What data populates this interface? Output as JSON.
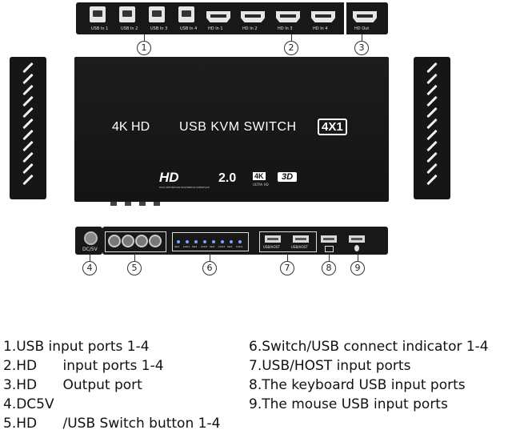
{
  "top_panel": {
    "usb_labels": [
      "USB In 1",
      "USB In 2",
      "USB In 3",
      "USB In 4"
    ],
    "hd_in_labels": [
      "HD In 1",
      "HD In 2",
      "HD In 3",
      "HD In 4"
    ],
    "hd_out_label": "HD Out"
  },
  "front": {
    "title_left": "4K HD",
    "title_main": "USB KVM SWITCH",
    "title_badge": "4X1",
    "logo_hd": "HD",
    "logo_hd_sub": "HIGH-DEFINITION MULTIMEDIA INTERFACE",
    "logo_ver": "2.0",
    "logo_4k": "4K",
    "logo_4k_sub": "ULTRA HD",
    "logo_3d": "3D"
  },
  "bottom_panel": {
    "dc_label": "DC/5V",
    "led_labels": [
      "Sw1",
      "Link1",
      "Sw2",
      "Link2",
      "Sw3",
      "Link3",
      "Sw4",
      "Link4"
    ],
    "usb_host_labels": [
      "USB/HOST",
      "USB/HOST"
    ]
  },
  "callouts": [
    "1",
    "2",
    "3",
    "4",
    "5",
    "6",
    "7",
    "8",
    "9"
  ],
  "legend_left": [
    "1.USB input ports 1-4",
    "2.HD      input ports 1-4",
    "3.HD      Output port",
    "4.DC5V",
    "5.HD      /USB Switch button 1-4"
  ],
  "legend_right": [
    "6.Switch/USB connect indicator 1-4",
    "7.USB/HOST input ports",
    "8.The keyboard USB input ports",
    "9.The mouse USB input ports"
  ]
}
